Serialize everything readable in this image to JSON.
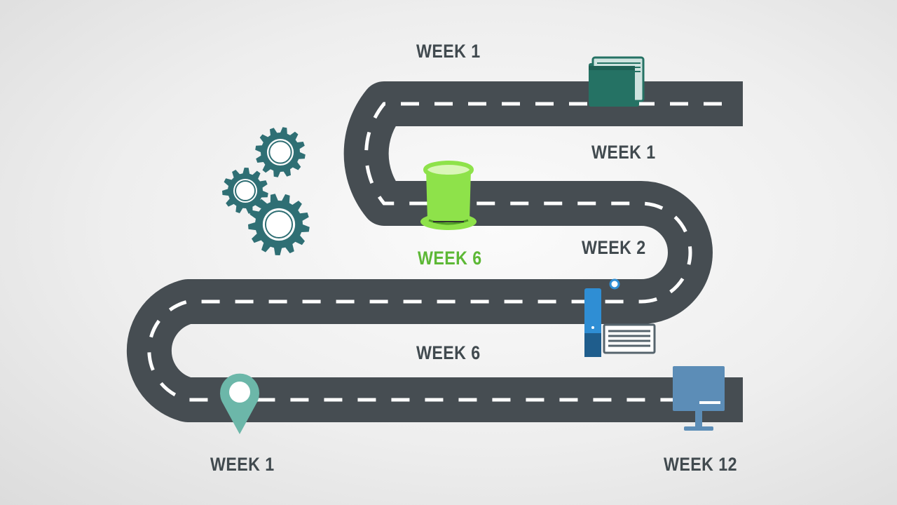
{
  "colors": {
    "road": "#464d52",
    "dash": "#ffffff",
    "gear": "#2f6f74",
    "book": "#257264",
    "bucket": "#8ee24a",
    "bucket_label": "#5db836",
    "pin": "#6cb7a9",
    "blue_device": "#2f8ed4",
    "monitor": "#5c8db7",
    "label": "#414a4f"
  },
  "milestones": [
    {
      "label": "WEEK 1",
      "icon": "books-icon"
    },
    {
      "label": "WEEK 1",
      "icon": "gears-icon"
    },
    {
      "label": "WEEK 6",
      "icon": "bucket-icon",
      "highlighted": true
    },
    {
      "label": "WEEK 2",
      "icon": "usb-stick-icon"
    },
    {
      "label": "WEEK 6",
      "icon": "laptop-icon"
    },
    {
      "label": "WEEK 1",
      "icon": "location-pin-icon"
    },
    {
      "label": "WEEK 12",
      "icon": "monitor-icon"
    }
  ]
}
